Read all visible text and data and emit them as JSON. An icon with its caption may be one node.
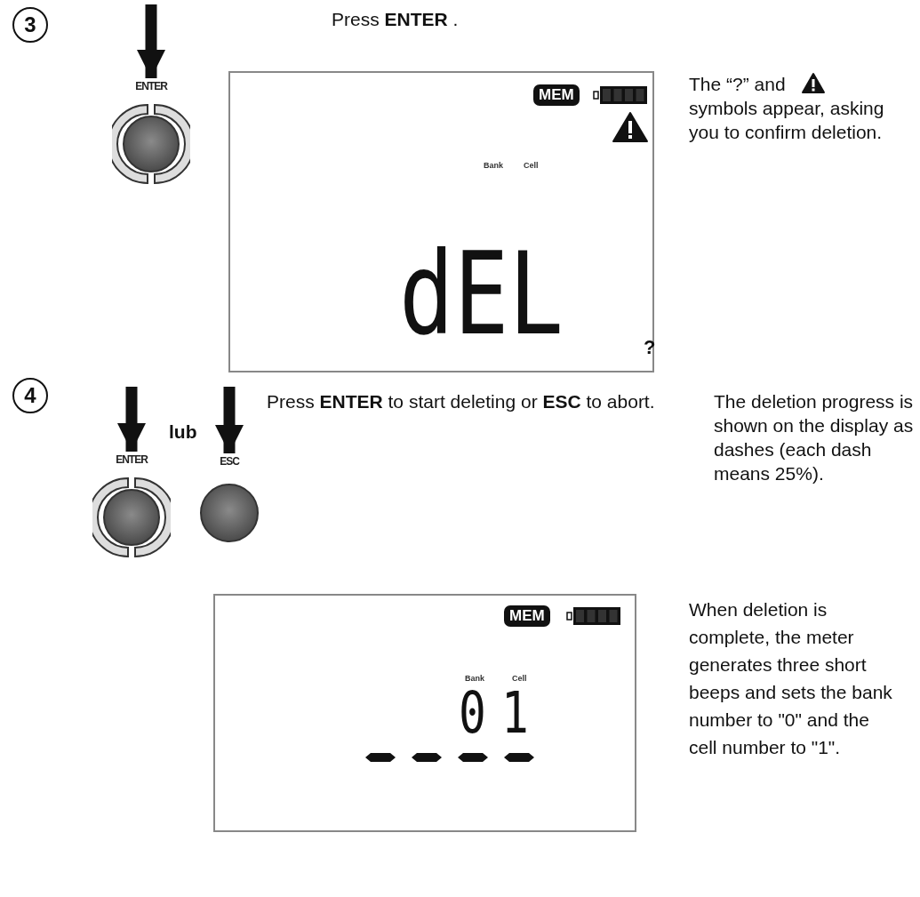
{
  "diagram": {
    "nodes": [
      {
        "text": [
          "ENTER"
        ]
      },
      {
        "text": [
          "MEM",
          "Bank",
          "Cell",
          "dEL",
          "?"
        ]
      },
      {
        "text": [
          "ENTER"
        ]
      },
      {
        "text": [
          "ESC"
        ]
      },
      {
        "text": [
          "MEM",
          "Bank",
          "Cell",
          "0",
          "1"
        ]
      }
    ],
    "edges": [
      {
        "from": null,
        "to": 0,
        "arrow": "to"
      },
      {
        "from": null,
        "to": 2,
        "arrow": "to"
      },
      {
        "from": null,
        "to": 3,
        "arrow": "to"
      }
    ],
    "labels": [
      "3",
      "Press **ENTER** .",
      "The “?” and",
      "symbols appear, asking you to confirm deletion.",
      "4",
      "lub",
      "Press **ENTER** to start deleting or **ESC** to abort.",
      "The deletion progress is shown on the display as dashes (each dash means 25%).",
      "When deletion is complete, the meter generates three short beeps and sets the bank number to \"0\" and the cell number to \"1\"."
    ]
  }
}
